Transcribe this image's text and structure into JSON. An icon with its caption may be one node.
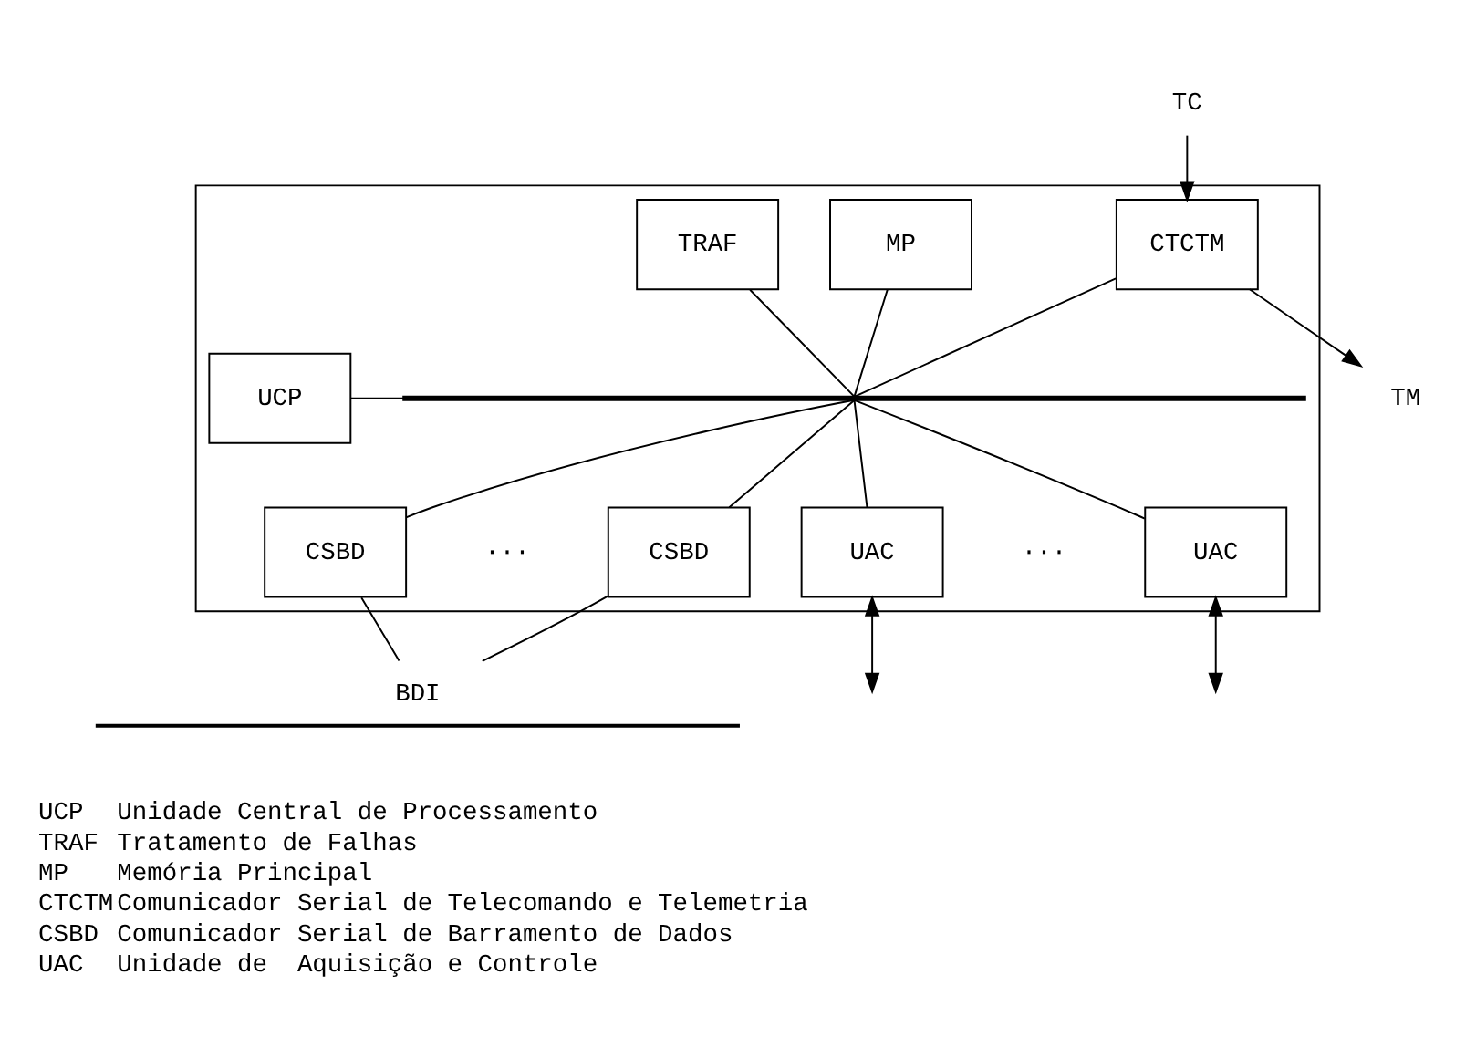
{
  "diagram": {
    "nodes": [
      {
        "text": [],
        "shape": "box"
      },
      {
        "text": [
          "TC"
        ]
      },
      {
        "text": [
          "TM"
        ]
      },
      {
        "text": [
          "TRAF"
        ],
        "in": 0
      },
      {
        "text": [
          "MP"
        ],
        "in": 0
      },
      {
        "text": [
          "CTCTM"
        ],
        "in": 0
      },
      {
        "text": [
          "UCP"
        ],
        "in": 0
      },
      {
        "text": [],
        "shape": "bar",
        "in": 0
      },
      {
        "text": [
          "CSBD"
        ],
        "in": 0
      },
      {
        "text": [
          "CSBD"
        ],
        "in": 0
      },
      {
        "text": [
          "UAC"
        ],
        "in": 0
      },
      {
        "text": [
          "UAC"
        ],
        "in": 0
      },
      {
        "text": [
          "BDI"
        ]
      }
    ],
    "edges": [
      {
        "from": 1,
        "to": 5,
        "arrow": "to"
      },
      {
        "from": 5,
        "to": 2,
        "arrow": "to"
      },
      {
        "from": 3,
        "to": 7,
        "arrow": "none"
      },
      {
        "from": 4,
        "to": 7,
        "arrow": "none"
      },
      {
        "from": 5,
        "to": 7,
        "arrow": "none"
      },
      {
        "from": 6,
        "to": 7,
        "arrow": "none"
      },
      {
        "from": 7,
        "to": 8,
        "arrow": "none"
      },
      {
        "from": 7,
        "to": 9,
        "arrow": "none"
      },
      {
        "from": 7,
        "to": 10,
        "arrow": "none"
      },
      {
        "from": 7,
        "to": 11,
        "arrow": "none"
      },
      {
        "from": 8,
        "to": 12,
        "arrow": "none"
      },
      {
        "from": 9,
        "to": 12,
        "arrow": "none"
      },
      {
        "from": 10,
        "to": null,
        "arrow": "both"
      },
      {
        "from": 11,
        "to": null,
        "arrow": "both"
      }
    ],
    "labels": [
      "···",
      "···",
      "UCP",
      "Unidade Central de Processamento",
      "TRAF",
      "Tratamento de Falhas",
      "MP",
      "Memória Principal",
      "CTCTM",
      "Comunicador Serial de Telecomando e Telemetria",
      "CSBD",
      "Comunicador Serial de Barramento de Dados",
      "UAC",
      "Unidade de  Aquisição e Controle"
    ]
  }
}
